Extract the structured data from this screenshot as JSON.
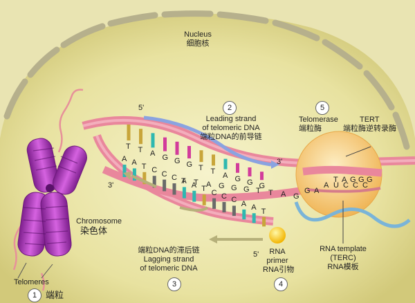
{
  "nucleus": {
    "en": "Nucleus",
    "zh": "细胞核"
  },
  "chromosome": {
    "en": "Chromosome",
    "zh": "染色体"
  },
  "telomeres": {
    "en": "Telomeres",
    "zh": "端粒"
  },
  "leading": {
    "en1": "Leading strand",
    "en2": "of telomeric DNA",
    "zh": "端粒DNA的前导链"
  },
  "lagging": {
    "zh": "端粒DNA的滞后链",
    "en1": "Lagging strand",
    "en2": "of telomeric DNA"
  },
  "telomerase": {
    "en": "Telomerase",
    "zh": "端粒酶"
  },
  "tert": {
    "en": "TERT",
    "zh": "端粒酶逆转录酶"
  },
  "primer": {
    "en1": "RNA",
    "en2": "primer",
    "zh": "RNA引物"
  },
  "template": {
    "en1": "RNA template",
    "en2": "(TERC)",
    "zh": "RNA模板"
  },
  "steps": [
    "1",
    "2",
    "3",
    "4",
    "5"
  ],
  "ends": {
    "five_top": "5'",
    "three_top": "3'",
    "three_left": "3'",
    "five_bottom": "5'"
  },
  "seq": {
    "top": [
      "T",
      "T",
      "A",
      "G",
      "G",
      "G",
      "T",
      "T",
      "A",
      "G",
      "G",
      "G"
    ],
    "bottom": [
      "A",
      "A",
      "T",
      "C",
      "C",
      "C",
      "A",
      "A",
      "T",
      "C",
      "C",
      "C",
      "A",
      "A",
      "T"
    ],
    "mid": [
      "T",
      "T",
      "A",
      "G",
      "G",
      "G",
      "T",
      "T",
      "A",
      "G"
    ],
    "enzyme_top": [
      "T",
      "A",
      "G",
      "G",
      "G"
    ],
    "enzyme_bottom": [
      "G",
      "A",
      "A",
      "U",
      "C",
      "C",
      "C"
    ]
  },
  "colors": {
    "A": "#2fb8b0",
    "T": "#c8a53a",
    "G": "#d23c9b",
    "C": "#6a6a6a",
    "U": "#c8a53a",
    "strand": "#e9879c",
    "chromosome": "#b73bc6",
    "enzyme": "#f5c97a"
  }
}
